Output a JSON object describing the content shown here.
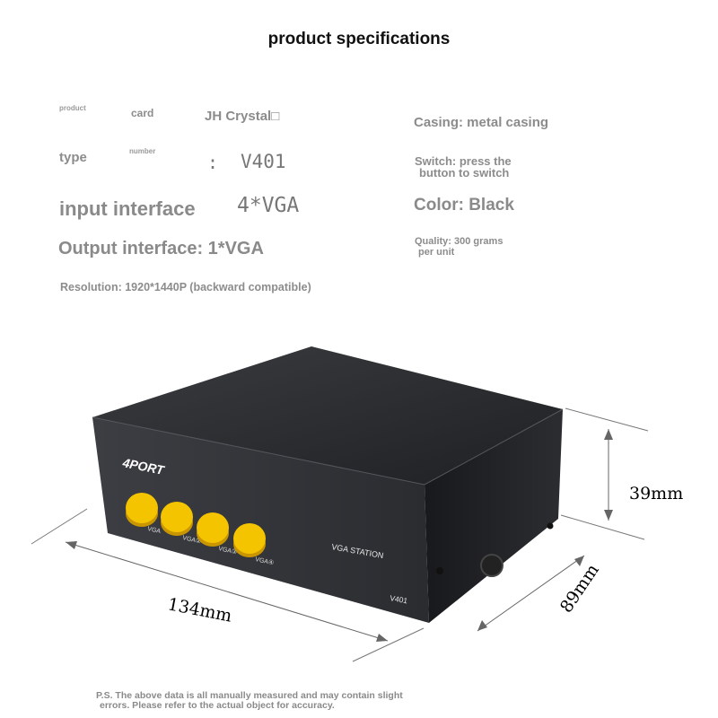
{
  "title": "product specifications",
  "specs": {
    "product_label": "product",
    "card_label": "card",
    "brand": "JH Crystal□",
    "type_label": "type",
    "number_label": "number",
    "colon": ":",
    "model": "V401",
    "input_label": "input interface",
    "input_value": "4*VGA",
    "output": "Output interface: 1*VGA",
    "resolution": "Resolution: 1920*1440P (backward compatible)",
    "casing": "Casing: metal casing",
    "switch_line1": "Switch: press the",
    "switch_line2": "button to switch",
    "color": "Color: Black",
    "quality_line1": "Quality: 300 grams",
    "quality_line2": "per unit"
  },
  "device": {
    "logo": "4PORT",
    "station_label": "VGA STATION",
    "model_label": "V401",
    "port_labels": [
      "VGA",
      "VGA②",
      "VGA③",
      "VGA④"
    ],
    "body_color": "#2b2d31",
    "button_color": "#f5c400"
  },
  "dimensions": {
    "width": "134mm",
    "depth": "89mm",
    "height": "39mm"
  },
  "note": {
    "line1": "P.S. The above data is all manually measured and may contain slight",
    "line2": "errors. Please refer to the actual object for accuracy."
  }
}
